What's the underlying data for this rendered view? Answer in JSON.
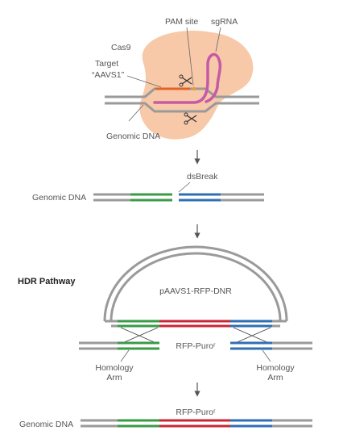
{
  "labels": {
    "pam_site": "PAM site",
    "sgrna": "sgRNA",
    "cas9": "Cas9",
    "target_line1": "Target",
    "target_line2": "“AAVS1”",
    "genomic_dna_top": "Genomic DNA",
    "dsbreak": "dsBreak",
    "genomic_dna_mid": "Genomic DNA",
    "hdr_pathway": "HDR Pathway",
    "donor_plasmid": "pAAVS1-RFP-DNR",
    "rfp_puro_hdr": "RFP-Puroʳ",
    "homology_arm_left_line1": "Homology",
    "homology_arm_left_line2": "Arm",
    "homology_arm_right_line1": "Homology",
    "homology_arm_right_line2": "Arm",
    "rfp_puro_final": "RFP-Puroʳ",
    "genomic_dna_final": "Genomic DNA"
  },
  "colors": {
    "dna": "#9a9a9a",
    "cas9": "#f7c9a9",
    "target": "#e3622a",
    "sgrna": "#c65aa6",
    "homology_arm_left": "#3a9a46",
    "homology_arm_right": "#2f6fb3",
    "insert": "#c72838",
    "arrow": "#555555"
  }
}
